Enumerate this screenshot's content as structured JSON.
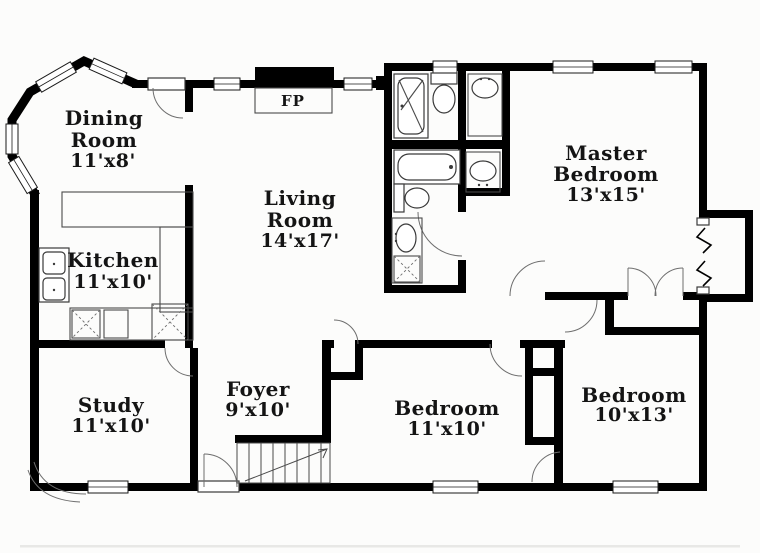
{
  "plan": {
    "background": "#fcfcfb",
    "wall_color": "#000000",
    "text_color": "#141414",
    "rooms": [
      {
        "id": "dining",
        "lines": [
          "Dining",
          "Room",
          "11'x8'"
        ]
      },
      {
        "id": "kitchen",
        "lines": [
          "Kitchen",
          "11'x10'"
        ]
      },
      {
        "id": "living",
        "lines": [
          "Living",
          "Room",
          "14'x17'"
        ]
      },
      {
        "id": "master",
        "lines": [
          "Master",
          "Bedroom",
          "13'x15'"
        ]
      },
      {
        "id": "study",
        "lines": [
          "Study",
          "11'x10'"
        ]
      },
      {
        "id": "foyer",
        "lines": [
          "Foyer",
          "9'x10'"
        ]
      },
      {
        "id": "bedroom1",
        "lines": [
          "Bedroom",
          "11'x10'"
        ]
      },
      {
        "id": "bedroom2",
        "lines": [
          "Bedroom",
          "10'x13'"
        ]
      }
    ],
    "fireplace_label": "FP"
  }
}
